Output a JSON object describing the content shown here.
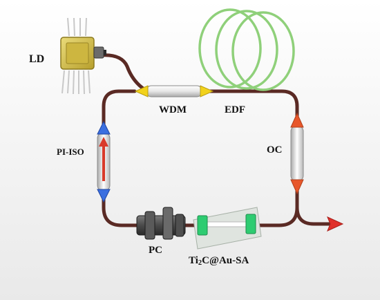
{
  "labels": {
    "ld": "LD",
    "wdm": "WDM",
    "edf": "EDF",
    "pi_iso": "PI-ISO",
    "oc": "OC",
    "pc": "PC",
    "sa": {
      "prefix": "Ti",
      "sub": "2",
      "suffix": "C@Au-SA"
    }
  },
  "colors": {
    "fiber": "#5a2a24",
    "edf_coil": "#8fd07a",
    "wdm_cap": "#f2d21b",
    "iso_cap": "#3b6fe0",
    "iso_arrow": "#d93a2a",
    "oc_cap": "#e8572b",
    "output_arrow": "#e0302a",
    "sa_block": "#2ecc71",
    "ld_body": "#d8c24a"
  }
}
